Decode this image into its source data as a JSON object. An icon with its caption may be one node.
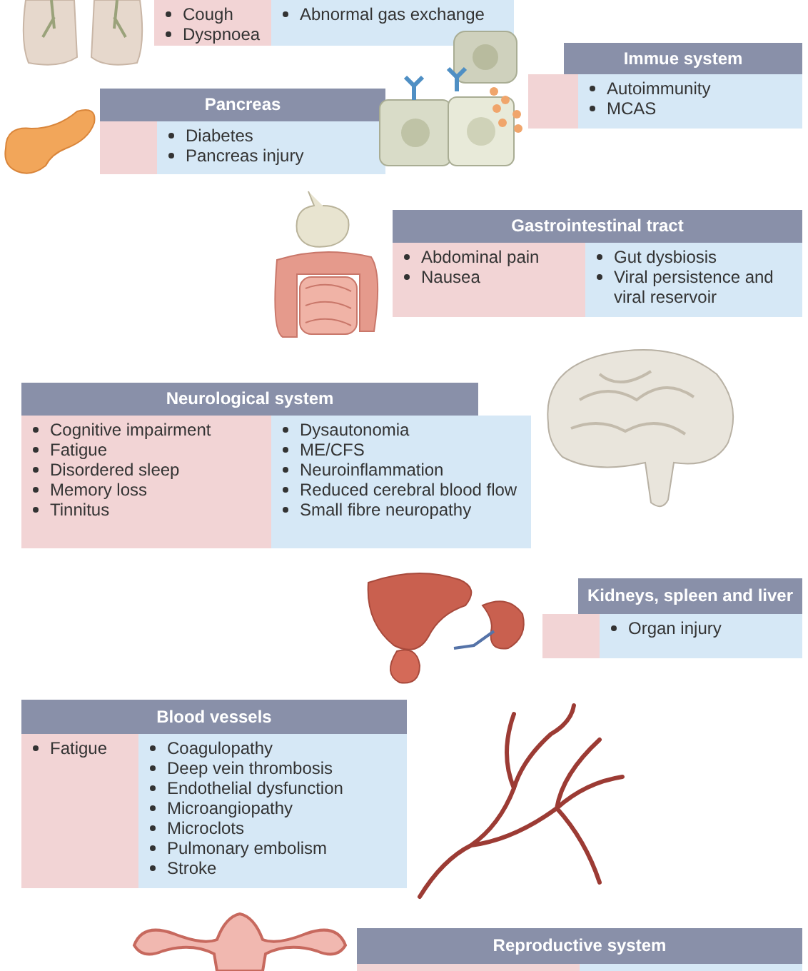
{
  "diagram": {
    "nodes": [
      {
        "text": [
          "Cough",
          "Dyspnoea"
        ]
      },
      {
        "text": [
          "Abnormal gas exchange"
        ]
      },
      {
        "text": [
          "Immue system"
        ]
      },
      {
        "text": [],
        "shape": "box",
        "in": 2
      },
      {
        "text": [
          "Autoimmunity",
          "MCAS"
        ],
        "in": 2
      },
      {
        "text": [
          "Pancreas"
        ]
      },
      {
        "text": [],
        "shape": "box",
        "in": 5
      },
      {
        "text": [
          "Diabetes",
          "Pancreas injury"
        ],
        "in": 5
      },
      {
        "text": [
          "Gastrointestinal tract"
        ]
      },
      {
        "text": [
          "Abdominal pain",
          "Nausea"
        ],
        "in": 8
      },
      {
        "text": [
          "Gut dysbiosis",
          "Viral persistence and viral reservoir"
        ],
        "in": 8
      },
      {
        "text": [
          "Neurological system"
        ]
      },
      {
        "text": [
          "Cognitive impairment",
          "Fatigue",
          "Disordered sleep",
          "Memory loss",
          "Tinnitus"
        ],
        "in": 11
      },
      {
        "text": [
          "Dysautonomia",
          "ME/CFS",
          "Neuroinflammation",
          "Reduced cerebral blood flow",
          "Small fibre neuropathy"
        ],
        "in": 11
      },
      {
        "text": [
          "Kidneys, spleen and liver"
        ]
      },
      {
        "text": [],
        "shape": "box",
        "in": 14
      },
      {
        "text": [
          "Organ injury"
        ],
        "in": 14
      },
      {
        "text": [
          "Blood vessels"
        ]
      },
      {
        "text": [
          "Fatigue"
        ],
        "in": 17
      },
      {
        "text": [
          "Coagulopathy",
          "Deep vein thrombosis",
          "Endothelial dysfunction",
          "Microangiopathy",
          "Microclots",
          "Pulmonary embolism",
          "Stroke"
        ],
        "in": 17
      },
      {
        "text": [
          "Reproductive system"
        ]
      }
    ]
  }
}
